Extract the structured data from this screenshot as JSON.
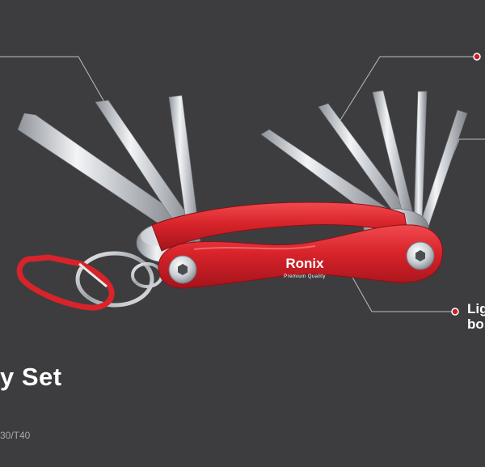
{
  "product": {
    "title": "y Set",
    "subtitle": "30/T40",
    "logo_text": "Ronix",
    "logo_tagline": "Premium Quality"
  },
  "callouts": {
    "lower_right": {
      "line1": "Lig",
      "line2": "bo"
    }
  },
  "colors": {
    "background": "#3d3d3f",
    "body_red": "#d8232a",
    "dot_red": "#c8202a",
    "leader_line": "#bdbdbd",
    "chrome": "#c9ccd0"
  }
}
